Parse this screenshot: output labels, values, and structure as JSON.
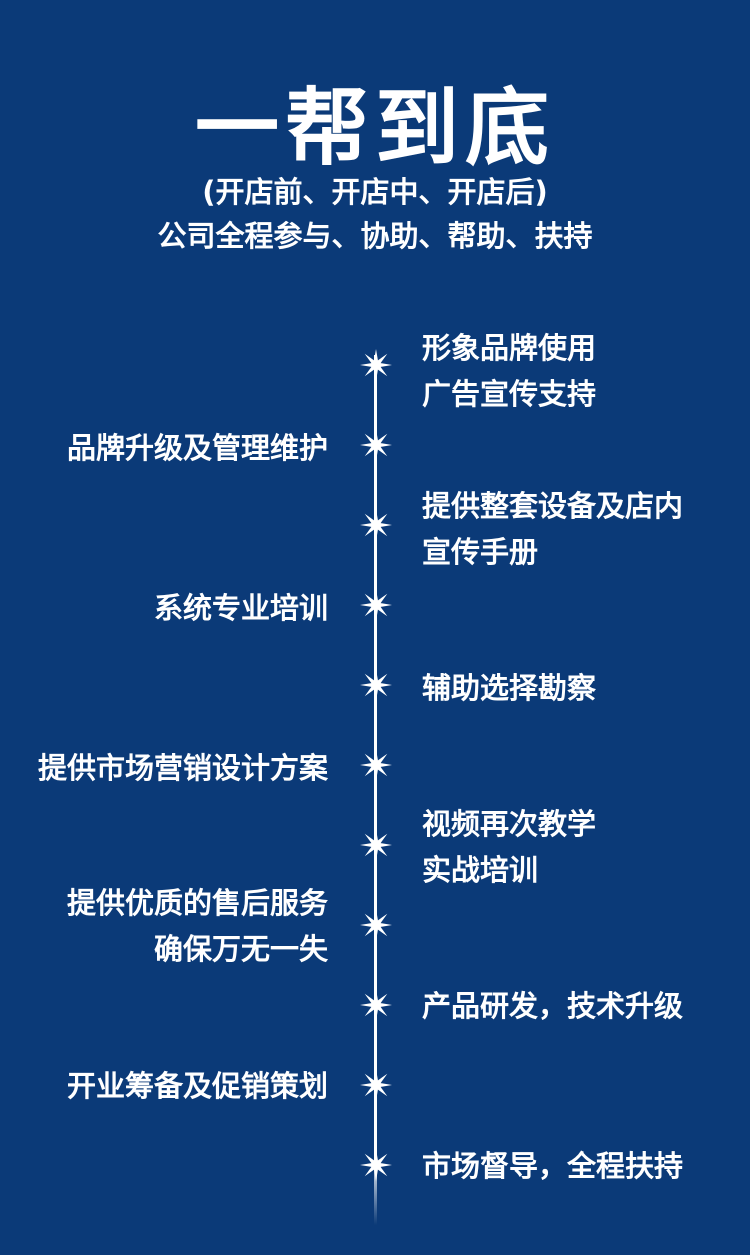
{
  "title": "一帮到底",
  "subtitle_line1": "(开店前、开店中、开店后)",
  "subtitle_line2": "公司全程参与、协助、帮助、扶持",
  "timeline": [
    {
      "side": "right",
      "lines": [
        "形象品牌使用",
        "广告宣传支持"
      ]
    },
    {
      "side": "left",
      "lines": [
        "品牌升级及管理维护"
      ]
    },
    {
      "side": "right",
      "lines": [
        "提供整套设备及店内",
        "宣传手册"
      ]
    },
    {
      "side": "left",
      "lines": [
        "系统专业培训"
      ]
    },
    {
      "side": "right",
      "lines": [
        "辅助选择勘察"
      ]
    },
    {
      "side": "left",
      "lines": [
        "提供市场营销设计方案"
      ]
    },
    {
      "side": "right",
      "lines": [
        "视频再次教学",
        "实战培训"
      ]
    },
    {
      "side": "left",
      "lines": [
        "提供优质的售后服务",
        "确保万无一失"
      ]
    },
    {
      "side": "right",
      "lines": [
        "产品研发，技术升级"
      ]
    },
    {
      "side": "left",
      "lines": [
        "开业筹备及促销策划"
      ]
    },
    {
      "side": "right",
      "lines": [
        "市场督导，全程扶持"
      ]
    }
  ],
  "colors": {
    "background": "#0b3a78",
    "text": "#ffffff",
    "star": "#ffffff"
  },
  "icon": "sparkle-star-icon"
}
